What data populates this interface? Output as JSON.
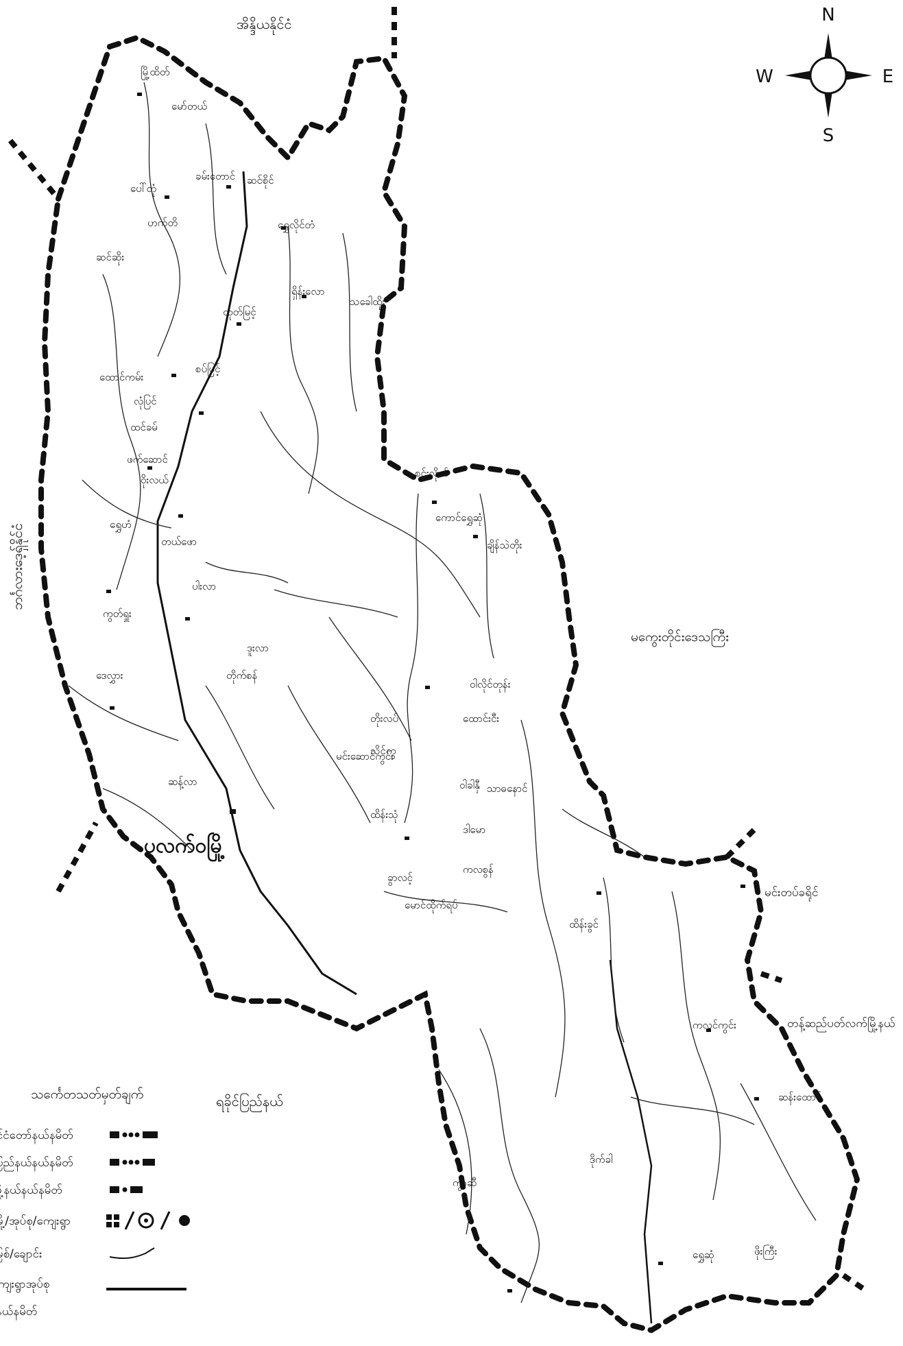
{
  "compass": {
    "n": "N",
    "s": "S",
    "e": "E",
    "w": "W"
  },
  "neighbors": {
    "north_country": "အိန္ဒိယနိုင်ငံ",
    "west_country": "ဘင်္ဂလားဒေ့ရှ်နိုင်ငံ",
    "east_region": "မကွေးတိုင်းဒေသကြီး",
    "south_region": "ရခိုင်ပြည်နယ်",
    "east_region_2": "မင်းတပ်ခရိုင်",
    "east_region_3": "တန့်ဆည်ပတ်လက်မြို့နယ်"
  },
  "capital": "ပလက်ဝမြို့",
  "places": [
    "မြို့ထိတ်",
    "မော်တယ်",
    "ခမ်းတောင်",
    "ပေါ်တုံ",
    "ဆင်စိုင်",
    "ရွှေလိုင်တံ",
    "ဟက်တိ",
    "ဆင်ဆိုး",
    "ရှိန်းလော",
    "ထုတ်မြင့်",
    "သခေါထိုး",
    "ထောင်ကမ်း",
    "စပ်ပြင့်",
    "လုံပြင်",
    "ထင်ခမ်",
    "ဖက်ဆောင်",
    "ဝိုးလယ်",
    "တယ်ဖော",
    "ရွှေဟံ",
    "ပါးလာ",
    "ကွတ်ရှူး",
    "ဒေလွှား",
    "တိုက်စန်",
    "ဒူးလာ",
    "ဆန့်လာ",
    "စင်းလိုက်",
    "ကောင်ရွှေဆုံ",
    "ချိန်သဲတိုး",
    "ဝါလိုင်တုန်း",
    "တိုးလပ်",
    "ထောင်းငီး",
    "သိင်ကွ",
    "မင်းဆောင်ကွင်း",
    "ဝါခါနှီ",
    "သာဓနောင်",
    "ထိန်းသုံ",
    "ဒါမော",
    "ကလစွန်",
    "ခွာလင့်",
    "မောင်ထိုက်ရပ်",
    "ထိန်းခွင်",
    "ဒိုက်ခါ",
    "ကွာဆီ",
    "ရွှေဆုံ",
    "ဖိုးကြီး",
    "ကလင်ကွင်း",
    "ဆန်းထောင်"
  ],
  "legend": {
    "title": "သင်္ကေတသတ်မှတ်ချက်",
    "items": [
      "နိုင်ငံတော်နယ်နမိတ်",
      "ပြည်နယ်နယ်နမိတ်",
      "မြို့နယ်နယ်နမိတ်",
      "မြို့/အုပ်စု/ကျေးရွာ",
      "မြစ်/ချောင်း",
      "ကျေးရွာအုပ်စု",
      "နယ်နမိတ်"
    ]
  }
}
